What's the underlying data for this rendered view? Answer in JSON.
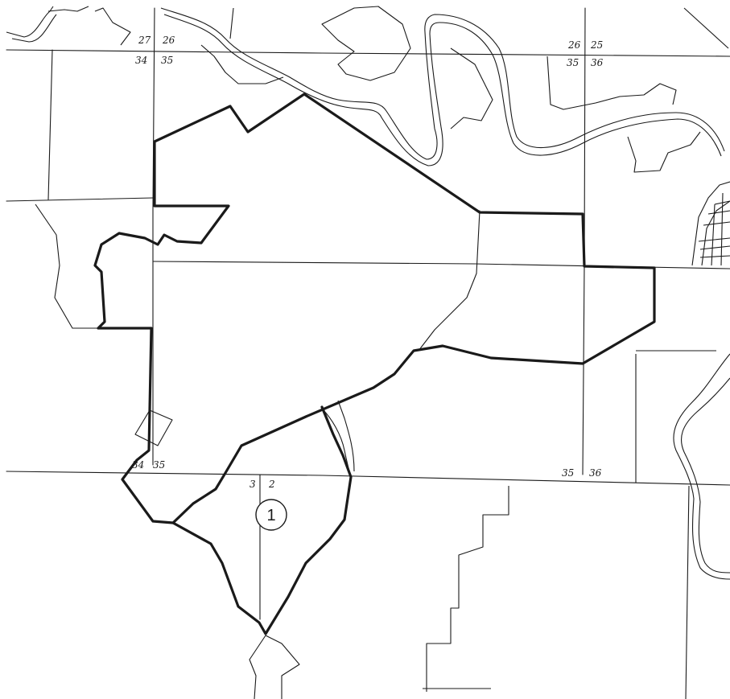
{
  "section_labels": {
    "nw_top_left": "27",
    "nw_top_right": "26",
    "nw_bottom_left": "34",
    "nw_bottom_right": "35",
    "ne_top_left": "26",
    "ne_top_right": "25",
    "ne_bottom_left": "35",
    "ne_bottom_right": "36",
    "sw_left": "34",
    "sw_right": "35",
    "s_left": "3",
    "s_right": "2",
    "se_left": "35",
    "se_right": "36"
  },
  "marker": {
    "label": "1"
  }
}
